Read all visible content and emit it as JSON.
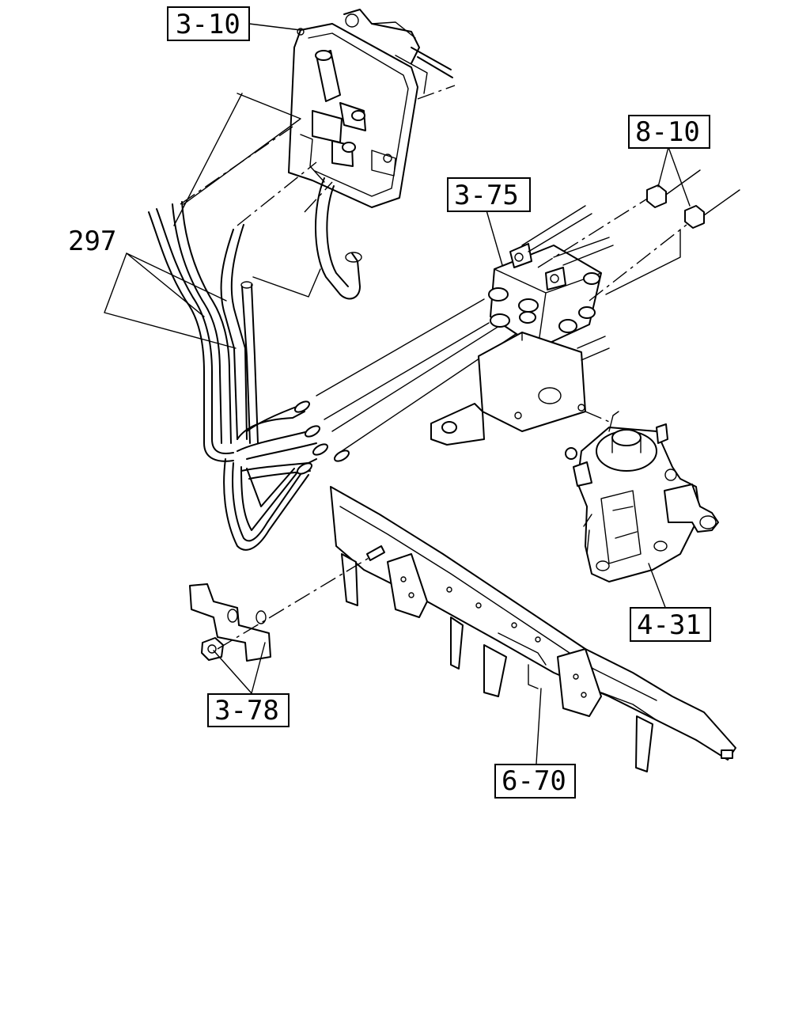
{
  "diagram": {
    "callouts": {
      "c_3_10": "3-10",
      "c_8_10": "8-10",
      "c_3_75": "3-75",
      "c_297": "297",
      "c_4_31": "4-31",
      "c_3_78": "3-78",
      "c_6_70": "6-70"
    }
  }
}
